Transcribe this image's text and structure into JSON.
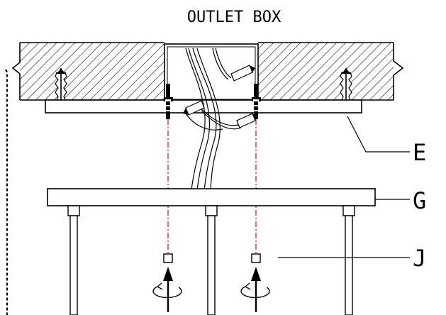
{
  "diagram": {
    "title": "OUTLET BOX",
    "labels": {
      "e": "E",
      "g": "G",
      "j": "J"
    },
    "colors": {
      "line": "#000000",
      "guide": "#d42020",
      "hatch": "#000000",
      "background": "#ffffff"
    },
    "icons": [
      "rotate-arrow-icon",
      "up-arrow-icon",
      "screw-icon",
      "wire-nut-icon",
      "wall-anchor-icon"
    ]
  }
}
